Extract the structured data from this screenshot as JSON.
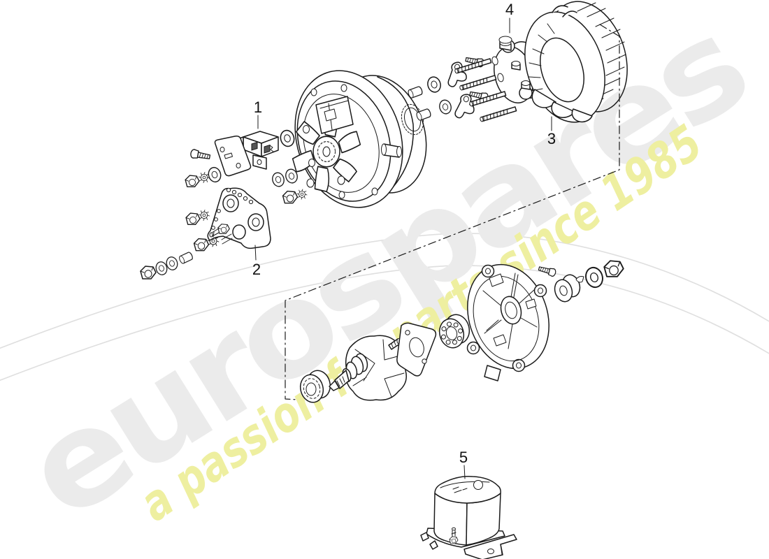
{
  "page": {
    "background": "#ffffff"
  },
  "watermark": {
    "brand": "eurospares",
    "tagline": "a passion for parts since 1985",
    "brand_color": "#ebebeb",
    "tagline_color": "#eeefa0",
    "swoosh_color": "#dfdfdf"
  },
  "diagram": {
    "line_color": "#1b1b1b",
    "callouts": [
      {
        "label": "1"
      },
      {
        "label": "2"
      },
      {
        "label": "3"
      },
      {
        "label": "4"
      },
      {
        "label": "5"
      }
    ]
  }
}
